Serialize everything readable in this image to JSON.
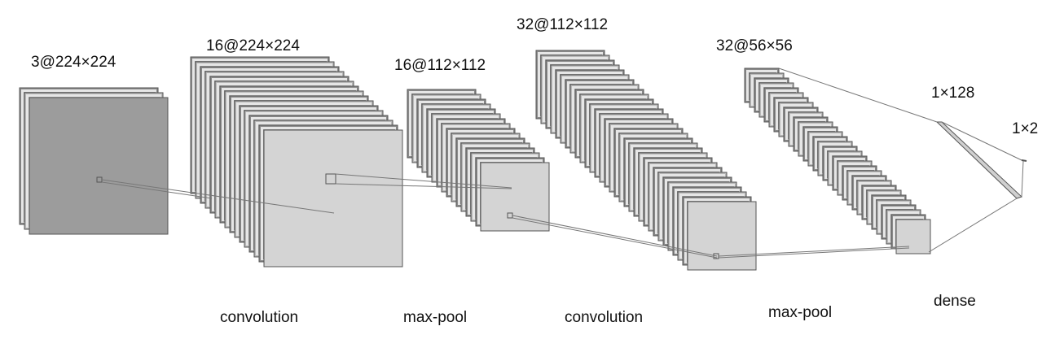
{
  "layers": [
    {
      "label": "3@224×224"
    },
    {
      "label": "16@224×224"
    },
    {
      "label": "16@112×112"
    },
    {
      "label": "32@112×112"
    },
    {
      "label": "32@56×56"
    },
    {
      "label": "1×128"
    },
    {
      "label": "1×2"
    }
  ],
  "operations": [
    {
      "label": "convolution"
    },
    {
      "label": "max-pool"
    },
    {
      "label": "convolution"
    },
    {
      "label": "max-pool"
    },
    {
      "label": "dense"
    }
  ],
  "colors": {
    "map_dark": "#8a8a8a",
    "map_mid": "#b8b8b8",
    "map_light": "#d4d4d4",
    "edge": "#555555",
    "connector": "#777777"
  }
}
